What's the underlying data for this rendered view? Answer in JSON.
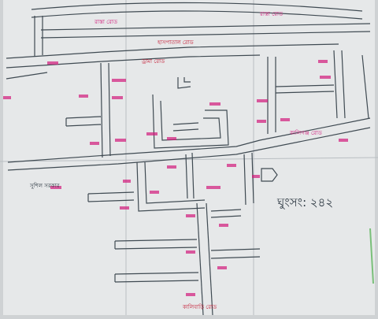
{
  "map": {
    "background_color": "#e6e8e9",
    "ink_color": "#3f4a52",
    "label_colors": {
      "pink": "#d11a7a",
      "red": "#c4162f",
      "dark": "#2b3640",
      "green": "#2f7d3a"
    },
    "sheet_number_label": "ঘুংসং: ২৪২",
    "top_road_labels": [
      "রাস্তা রোড",
      "রাস্তা রোড"
    ],
    "main_road_labels": [
      "হাসপাতাল রোড",
      "ড্রামা রোড"
    ],
    "cross_road_label": "কালিগঞ্জ রোড",
    "corner_label": "সুশিল সরকার",
    "bottom_label": "কালিবাড়ি রোড"
  }
}
